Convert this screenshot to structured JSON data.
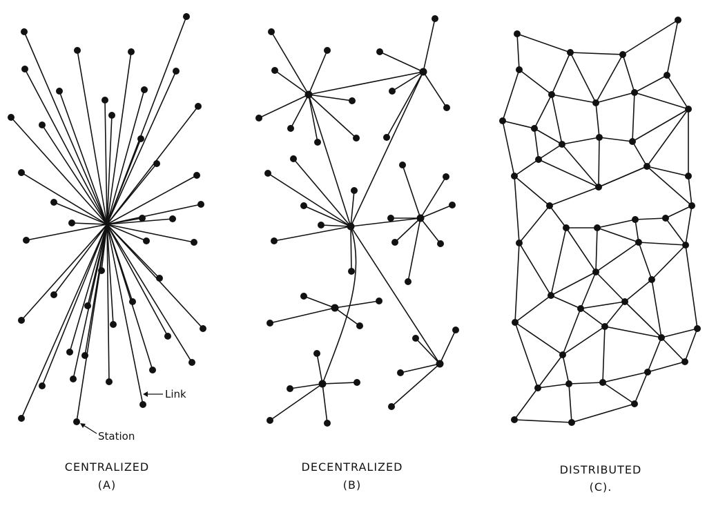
{
  "annotations": {
    "link": "Link",
    "station": "Station"
  },
  "panels": [
    {
      "id": "A",
      "title": "CENTRALIZED",
      "label": "(A)"
    },
    {
      "id": "B",
      "title": "DECENTRALIZED",
      "label": "(B)"
    },
    {
      "id": "C",
      "title": "DISTRIBUTED",
      "label": "(C)."
    }
  ]
}
